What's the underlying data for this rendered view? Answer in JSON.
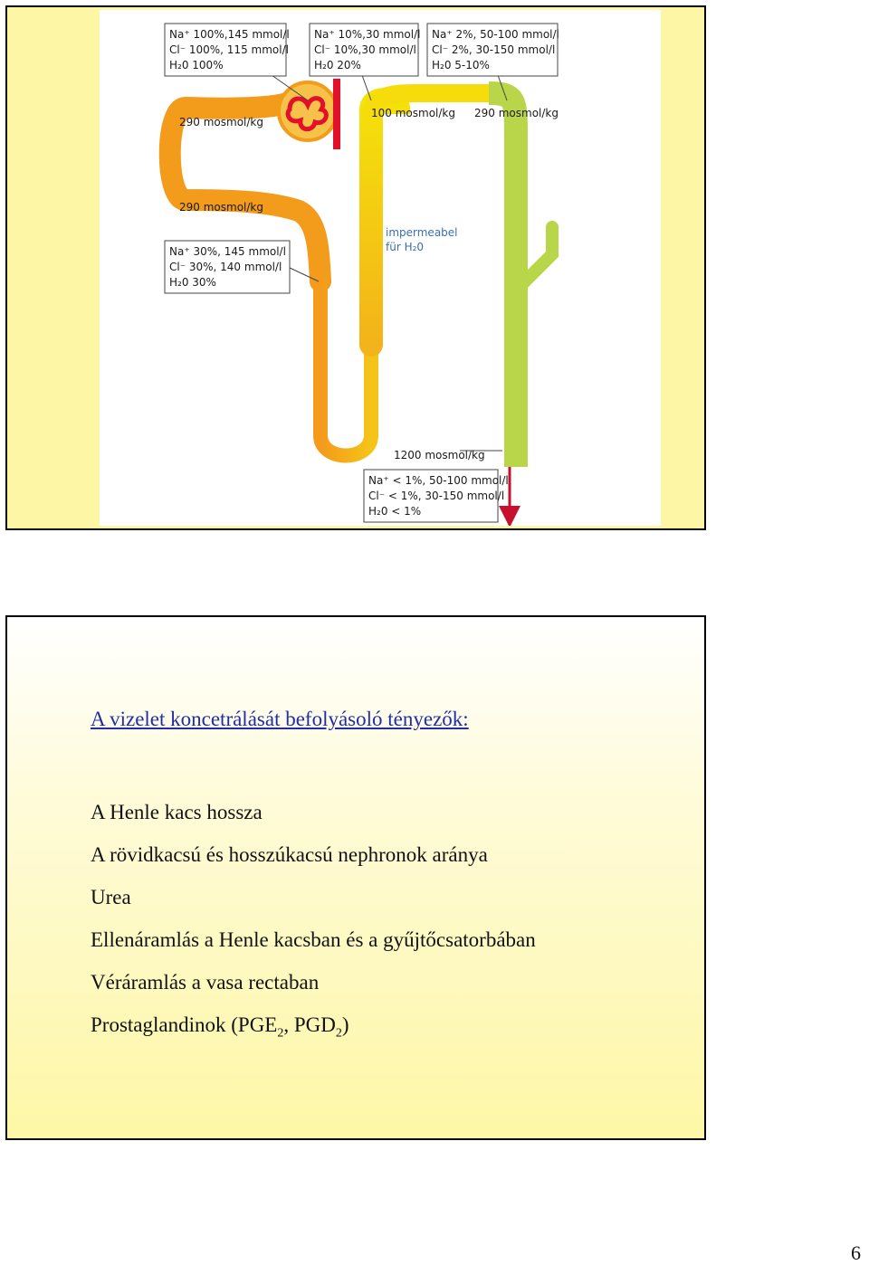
{
  "slide1": {
    "boxes": {
      "glom": {
        "na": "Na⁺ 100%,145 mmol/l",
        "cl": "Cl⁻ 100%, 115 mmol/l",
        "h2o": "H₂0 100%"
      },
      "mid": {
        "na": "Na⁺ 10%,30 mmol/l",
        "cl": "Cl⁻ 10%,30 mmol/l",
        "h2o": "H₂0 20%"
      },
      "right": {
        "na": "Na⁺ 2%, 50-100 mmol/l",
        "cl": "Cl⁻ 2%, 30-150 mmol/l",
        "h2o": "H₂0 5-10%"
      },
      "prox": {
        "na": "Na⁺ 30%, 145 mmol/l",
        "cl": "Cl⁻ 30%, 140 mmol/l",
        "h2o": "H₂0 30%"
      },
      "final": {
        "na": "Na⁺ < 1%, 50-100 mmol/l",
        "cl": "Cl⁻ < 1%, 30-150 mmol/l",
        "h2o": "H₂0 < 1%"
      }
    },
    "osm": {
      "glom": "290 mosmol/kg",
      "thick": "100 mosmol/kg",
      "collect": "290 mosmol/kg",
      "prox": "290 mosmol/kg",
      "deep": "1200 mosmol/kg"
    },
    "impermeable": {
      "line1": "impermeabel",
      "line2": "für H₂0"
    },
    "colors": {
      "orange": "#f39b1a",
      "yellow": "#f5dc0a",
      "green": "#b9d64a",
      "red": "#e3102a",
      "slide_bg": "#fdf6a5"
    }
  },
  "slide2": {
    "title": "A vizelet koncetrálását befolyásoló tényezők:",
    "items": [
      "A Henle kacs hossza",
      "A rövidkacsú és hosszúkacsú nephronok aránya",
      "Urea",
      "Ellenáramlás a Henle kacsban és a gyűjtőcsatorbában",
      "Véráramlás a vasa rectaban"
    ],
    "last_item": {
      "prefix": "Prostaglandinok (PGE",
      "sub1": "2",
      "mid": ", PGD",
      "sub2": "2",
      "suffix": ")"
    }
  },
  "page_number": "6"
}
